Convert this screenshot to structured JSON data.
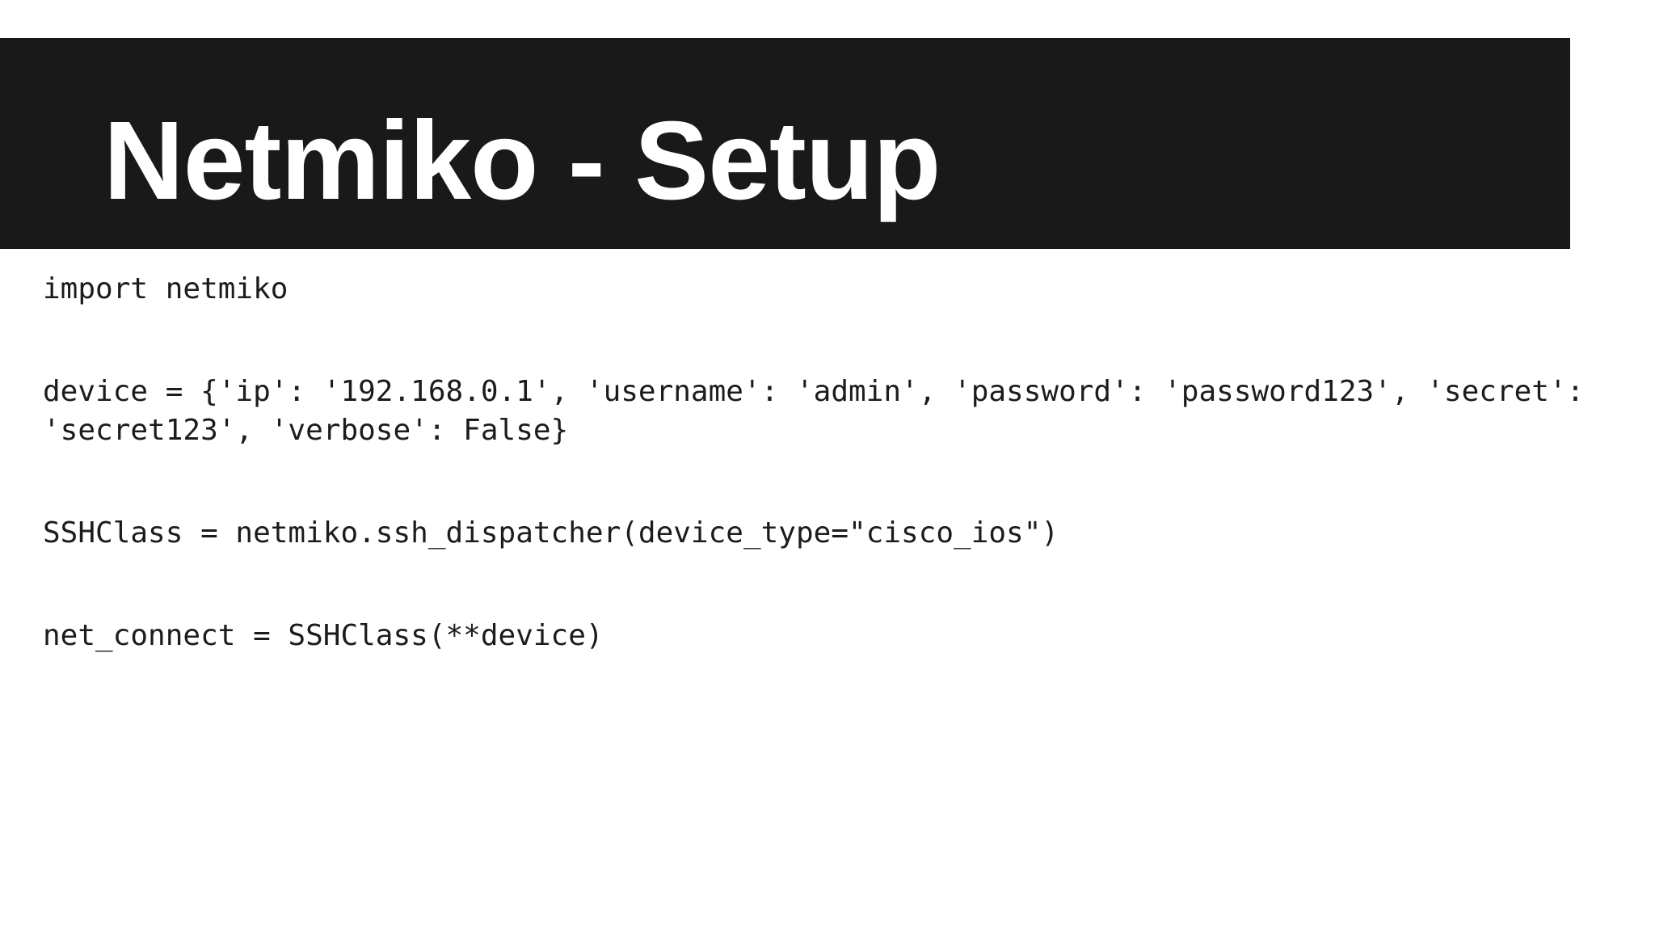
{
  "slide": {
    "title": "Netmiko - Setup",
    "code": {
      "lines": [
        "import netmiko",
        "device = {'ip': '192.168.0.1', 'username': 'admin', 'password': 'password123', 'secret': 'secret123', 'verbose': False}",
        "SSHClass = netmiko.ssh_dispatcher(device_type=\"cisco_ios\")",
        "net_connect = SSHClass(**device)"
      ]
    }
  },
  "colors": {
    "header_bg": "#191919",
    "header_text": "#ffffff",
    "body_bg": "#ffffff",
    "code_text": "#1c1c1c"
  }
}
